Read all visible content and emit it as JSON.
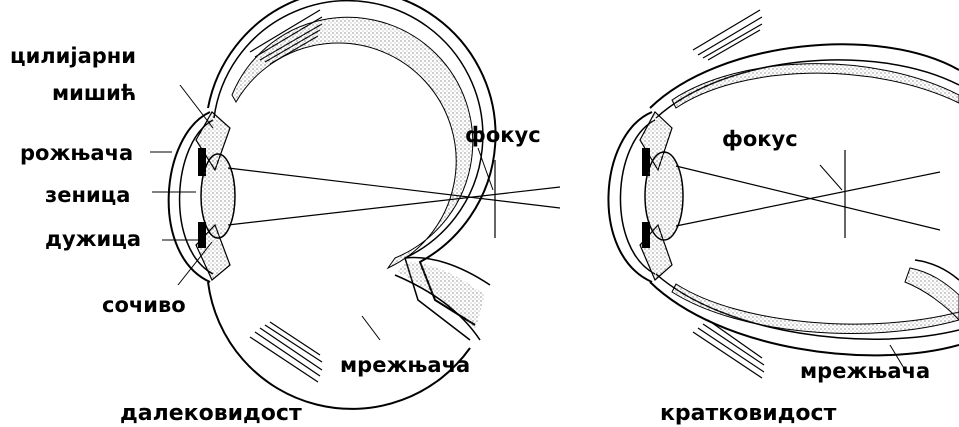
{
  "left_eye": {
    "caption": "далековидост",
    "labels": {
      "ciliary_muscle_line1": "цилијарни",
      "ciliary_muscle_line2": "мишић",
      "cornea": "рожњача",
      "pupil": "зеница",
      "iris": "дужица",
      "lens": "сочиво",
      "focus": "фокус",
      "retina": "мрежњача"
    }
  },
  "right_eye": {
    "caption": "кратковидост",
    "labels": {
      "focus": "фокус",
      "retina": "мрежњача"
    }
  }
}
